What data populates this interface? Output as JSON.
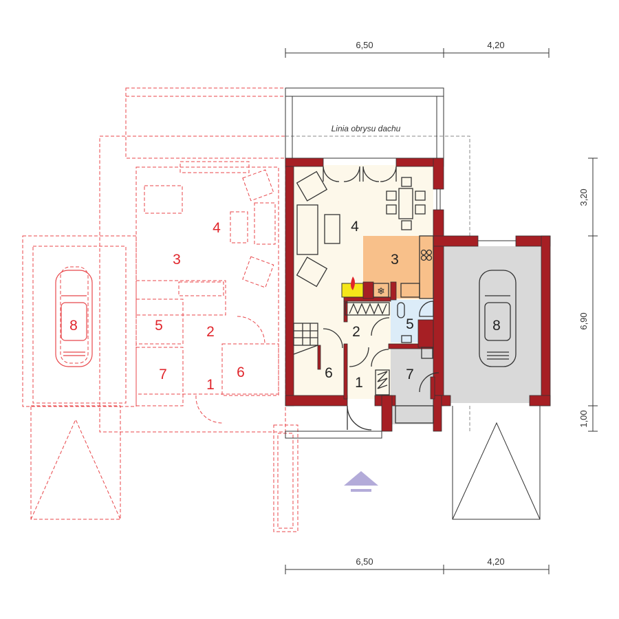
{
  "title": "Floor plan - ground floor",
  "roof_outline_label": "Linia obrysu dachu",
  "dimensions": {
    "top": [
      "6,50",
      "4,20"
    ],
    "bottom": [
      "6,50",
      "4,20"
    ],
    "right": [
      "3,20",
      "6,90",
      "1,00"
    ]
  },
  "rooms": [
    "4",
    "3",
    "2",
    "5",
    "6",
    "1",
    "7",
    "8"
  ],
  "mirrored_rooms": [
    "4",
    "3",
    "8",
    "5",
    "2",
    "7",
    "1",
    "6"
  ],
  "colors": {
    "wall": "#a61f24",
    "living": "#fdf8ea",
    "kitchen": "#f8c08a",
    "bathroom": "#dcecf8",
    "garage": "#d9d9d9",
    "mirror": "#e8464a",
    "fireplace": "#f5e619",
    "entry_arrow": "#b3abd9"
  }
}
